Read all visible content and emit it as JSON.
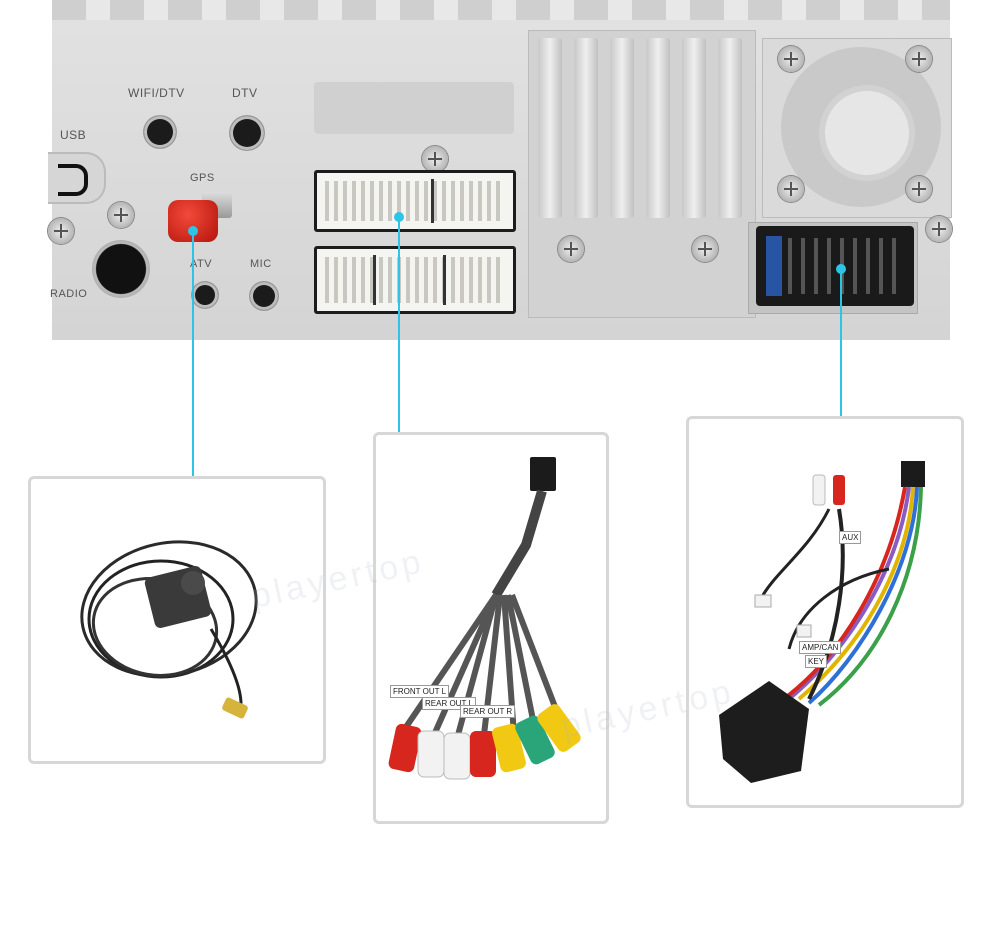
{
  "labels": {
    "usb": "USB",
    "wifi_dtv": "WIFI/DTV",
    "dtv": "DTV",
    "gps": "GPS",
    "atv": "ATV",
    "mic": "MIC",
    "radio": "RADIO"
  },
  "cable_tags": {
    "t1": "FRONT OUT L",
    "t2": "REAR OUT L",
    "t3": "REAR OUT R",
    "t4": "AUX",
    "t5": "AMP/CAN",
    "t6": "KEY"
  },
  "watermark": "playertop",
  "colors": {
    "callout_line": "#2ec4e6",
    "panel": "#d9d9d9",
    "gps_cap": "#d8221a",
    "rca_red": "#d7261e",
    "rca_white": "#f2f2f2",
    "rca_yellow": "#f1c913",
    "rca_green": "#2aa57a"
  }
}
